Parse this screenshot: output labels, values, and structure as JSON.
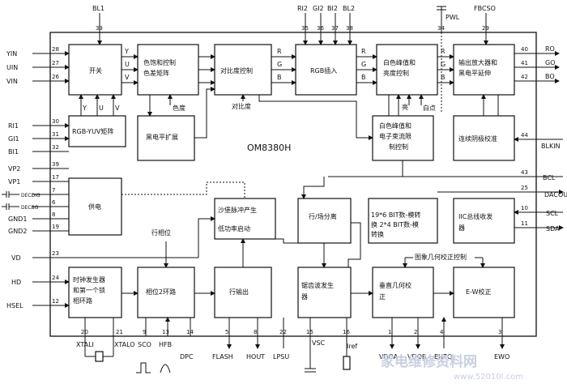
{
  "chip_title": "OM8380H",
  "blocks": {
    "switch": "开关",
    "color_matrix": [
      "色饱和控制",
      "色差矩阵"
    ],
    "contrast": "对比度控制",
    "rgb_insert": "RGB插入",
    "white_peak": [
      "白色峰值和",
      "亮度控制"
    ],
    "output_amp": [
      "输出放大器和",
      "黑电平延伸"
    ],
    "rgb_yuv": "RGB-YUV矩阵",
    "black_level": "黑电平扩展",
    "white_peak_beam": [
      "白色峰值和",
      "电子束流限",
      "制控制"
    ],
    "cont_cathode": "连续阴极校准",
    "power": "供电",
    "sandcastle": [
      "沙堡脉冲产生",
      "低功率启动"
    ],
    "sync_sep": "行/场分离",
    "dac": [
      "19*6 BIT数-模转",
      "换 2*4 BIT数-模",
      "转换"
    ],
    "iic": [
      "IIC总线收发",
      "器"
    ],
    "clock": [
      "时钟发生器",
      "和第一个锁",
      "相环路"
    ],
    "phase2": "相位2环路",
    "hout_block": "行输出",
    "sawtooth": [
      "锯齿波发生",
      "器"
    ],
    "vert_geo": [
      "垂直几何校",
      "正"
    ],
    "ew": "E-W校正"
  },
  "labels": {
    "hue": "色度",
    "contrast": "对比度",
    "brightness": "亮",
    "white_point": "白点",
    "h_phase": "行相位",
    "geo_ctrl": "图象几何校正控制"
  },
  "pins_left": [
    {
      "name": "YIN",
      "num": "28"
    },
    {
      "name": "UIN",
      "num": "27"
    },
    {
      "name": "VIN",
      "num": "26"
    },
    {
      "name": "RI1",
      "num": "30"
    },
    {
      "name": "GI1",
      "num": "31"
    },
    {
      "name": "BI1",
      "num": "32"
    },
    {
      "name": "VP2",
      "num": "39"
    },
    {
      "name": "VP1",
      "num": "17"
    },
    {
      "name": "DECDIG",
      "num": "7"
    },
    {
      "name": "DECBG",
      "num": "6"
    },
    {
      "name": "GND1",
      "num": "8"
    },
    {
      "name": "GND2",
      "num": "19"
    },
    {
      "name": "VD",
      "num": "23"
    },
    {
      "name": "HD",
      "num": "24"
    },
    {
      "name": "HSEL",
      "num": "12"
    }
  ],
  "pins_top": [
    {
      "name": "BL1",
      "num": "33"
    },
    {
      "name": "RI2",
      "num": "35"
    },
    {
      "name": "GI2",
      "num": "36"
    },
    {
      "name": "BI2",
      "num": "37"
    },
    {
      "name": "BL2",
      "num": "38"
    },
    {
      "name": "PWL",
      "num": "34"
    },
    {
      "name": "FBCSO",
      "num": "29"
    }
  ],
  "pins_right": [
    {
      "name": "RO",
      "num": "40"
    },
    {
      "name": "GO",
      "num": "41"
    },
    {
      "name": "BO",
      "num": "42"
    },
    {
      "name": "BLKIN",
      "num": "44"
    },
    {
      "name": "BCL",
      "num": "43"
    },
    {
      "name": "DACOUT",
      "num": "25"
    },
    {
      "name": "SCL",
      "num": "10"
    },
    {
      "name": "SDA",
      "num": "11"
    }
  ],
  "pins_bottom": [
    {
      "name": "XTALI",
      "num": "20"
    },
    {
      "name": "XTALO",
      "num": "21"
    },
    {
      "name": "SCO",
      "num": "9"
    },
    {
      "name": "HFB",
      "num": "13"
    },
    {
      "name": "DPC",
      "num": "14"
    },
    {
      "name": "FLASH",
      "num": "5"
    },
    {
      "name": "HOUT",
      "num": "8"
    },
    {
      "name": "LPSU",
      "num": "22"
    },
    {
      "name": "VSC",
      "num": "15"
    },
    {
      "name": "Iref",
      "num": "16"
    },
    {
      "name": "VDOA",
      "num": "1"
    },
    {
      "name": "VDOB",
      "num": "2"
    },
    {
      "name": "EHTO",
      "num": "4"
    },
    {
      "name": "EWO",
      "num": "3"
    }
  ],
  "signals": {
    "Y": "Y",
    "U": "U",
    "V": "V",
    "R": "R",
    "G": "G",
    "B": "B"
  },
  "watermark": {
    "cn": "家电维修资料网",
    "url": "www.52010l.com"
  }
}
